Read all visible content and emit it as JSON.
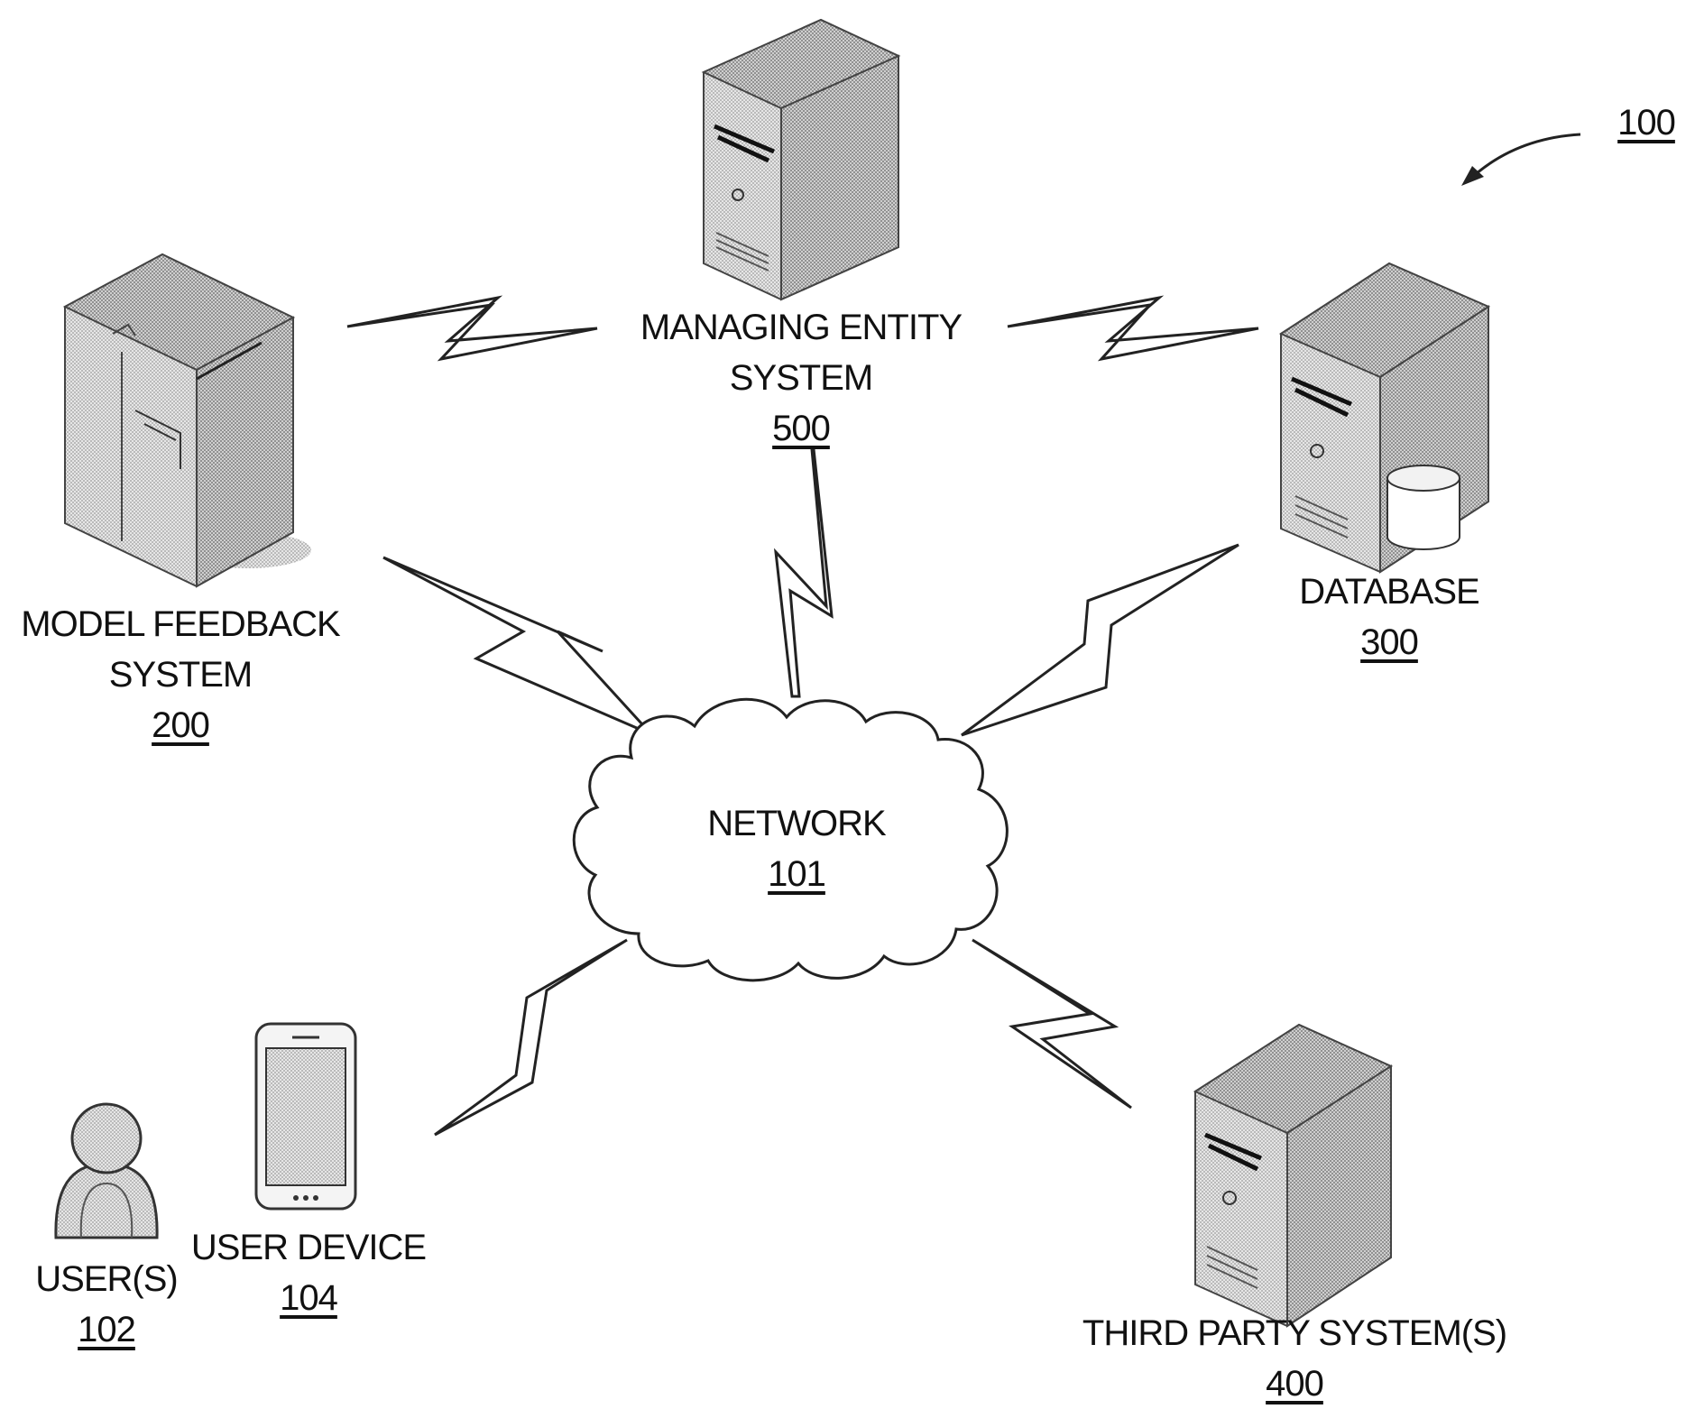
{
  "figure": {
    "ref": "100"
  },
  "network": {
    "title": "NETWORK",
    "ref": "101"
  },
  "managing_entity": {
    "title_line1": "MANAGING ENTITY",
    "title_line2": "SYSTEM",
    "ref": "500"
  },
  "model_feedback": {
    "title_line1": "MODEL FEEDBACK",
    "title_line2": "SYSTEM",
    "ref": "200"
  },
  "database": {
    "title": "DATABASE",
    "ref": "300"
  },
  "third_party": {
    "title": "THIRD PARTY SYSTEM(S)",
    "ref": "400"
  },
  "user_device": {
    "title": "USER DEVICE",
    "ref": "104"
  },
  "users": {
    "title": "USER(S)",
    "ref": "102"
  },
  "colors": {
    "stroke": "#222222",
    "fill": "#d4d4d4"
  }
}
